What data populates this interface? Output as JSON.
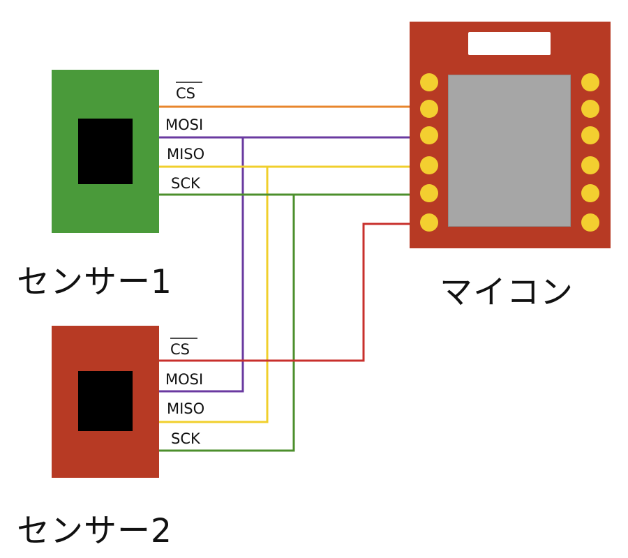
{
  "sensors": [
    {
      "name": "センサー1",
      "signals": [
        "CS",
        "MOSI",
        "MISO",
        "SCK"
      ]
    },
    {
      "name": "センサー2",
      "signals": [
        "CS",
        "MOSI",
        "MISO",
        "SCK"
      ]
    }
  ],
  "mcu": {
    "name": "マイコン"
  },
  "colors": {
    "cs1": "#e8862c",
    "mosi": "#6a3aa0",
    "miso": "#f0cf2c",
    "sck": "#4c8f2c",
    "cs2": "#c8302c",
    "pin": "#f3cf30",
    "sensor1_board": "#4a9a3a",
    "board_red": "#b73a24"
  }
}
